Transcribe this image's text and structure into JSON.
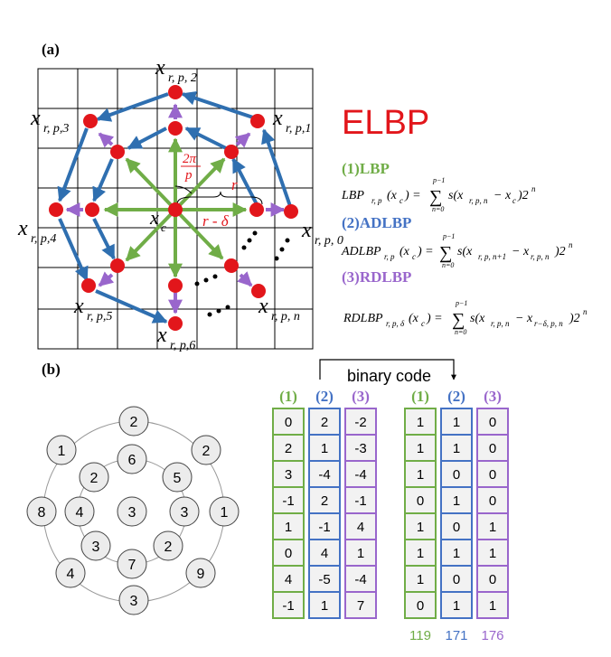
{
  "panel_labels": {
    "a": "(a)",
    "b": "(b)"
  },
  "point_labels": {
    "x0": "x",
    "s0": "r, p, 0",
    "x1": "x",
    "s1": "r, p,1",
    "x2": "x",
    "s2": "r, p, 2",
    "x3": "x",
    "s3": "r, p,3",
    "x4": "x",
    "s4": "r, p,4",
    "x5": "x",
    "s5": "r, p,5",
    "x6": "x",
    "s6": "r, p,6",
    "xn": "x",
    "sn": "r, p, n",
    "xc": "x",
    "sc": "c"
  },
  "angle_label": {
    "num": "2π",
    "den": "p"
  },
  "radius_label": "r",
  "inner_radius_label": "r - δ",
  "title": "ELBP",
  "methods": [
    {
      "name": "(1)LBP",
      "color": "#70ad47"
    },
    {
      "name": "(2)ADLBP",
      "color": "#4472c4"
    },
    {
      "name": "(3)RDLBP",
      "color": "#9966cc"
    }
  ],
  "formulas": {
    "lbp_lhs": "LBP",
    "lbp_lhs_sub": "r, p",
    "lbp_arg": "(x",
    "lbp_arg_sub": "c",
    "lbp_eq": ") =",
    "lbp_sum_top": "p−1",
    "lbp_sum_bot": "n=0",
    "lbp_body": "s(x",
    "lbp_body_sub": "r, p, n",
    "lbp_body2": " − x",
    "lbp_body2_sub": "c",
    "lbp_tail": ")2",
    "lbp_exp": "n",
    "ad_lhs": "ADLBP",
    "ad_lhs_sub": "r, p",
    "ad_arg": "(x",
    "ad_arg_sub": "c",
    "ad_eq": ") =",
    "ad_sum_top": "p−1",
    "ad_sum_bot": "n=0",
    "ad_body": "s(x",
    "ad_body_sub": "r, p, n+1",
    "ad_body2": " − x",
    "ad_body2_sub": "r, p, n",
    "ad_tail": ")2",
    "ad_exp": "n",
    "rd_lhs": "RDLBP",
    "rd_lhs_sub": "r, p, δ",
    "rd_arg": "(x",
    "rd_arg_sub": "c",
    "rd_eq": ") =",
    "rd_sum_top": "p−1",
    "rd_sum_bot": "n=0",
    "rd_body": "s(x",
    "rd_body_sub": "r, p, n",
    "rd_body2": " − x",
    "rd_body2_sub": "r−δ, p, n",
    "rd_tail": ")2",
    "rd_exp": "n"
  },
  "ring_values": {
    "outer": [
      "3",
      "2",
      "1",
      "9",
      "3",
      "4",
      "8",
      "1",
      "2"
    ],
    "inner": [
      "6",
      "5",
      "3",
      "2",
      "7",
      "3",
      "4",
      "2"
    ],
    "center": "3"
  },
  "binary_code_label": "binary code",
  "columns": [
    {
      "header": "(1)",
      "color": "#70ad47",
      "values": [
        "0",
        "2",
        "3",
        "-1",
        "1",
        "0",
        "4",
        "-1"
      ]
    },
    {
      "header": "(2)",
      "color": "#4472c4",
      "values": [
        "2",
        "1",
        "-4",
        "2",
        "-1",
        "4",
        "-5",
        "1"
      ]
    },
    {
      "header": "(3)",
      "color": "#9966cc",
      "values": [
        "-2",
        "-3",
        "-4",
        "-1",
        "4",
        "1",
        "-4",
        "7"
      ]
    }
  ],
  "binary_columns": [
    {
      "header": "(1)",
      "color": "#70ad47",
      "values": [
        "1",
        "1",
        "1",
        "0",
        "1",
        "1",
        "1",
        "0"
      ],
      "total": "119"
    },
    {
      "header": "(2)",
      "color": "#4472c4",
      "values": [
        "1",
        "1",
        "0",
        "1",
        "0",
        "1",
        "0",
        "1"
      ],
      "total": "171"
    },
    {
      "header": "(3)",
      "color": "#9966cc",
      "values": [
        "0",
        "0",
        "0",
        "0",
        "1",
        "1",
        "0",
        "1"
      ],
      "total": "176"
    }
  ],
  "colors": {
    "red": "#e2161b",
    "blue": "#2f6fb0",
    "green": "#70ad47",
    "purple": "#9966cc"
  }
}
